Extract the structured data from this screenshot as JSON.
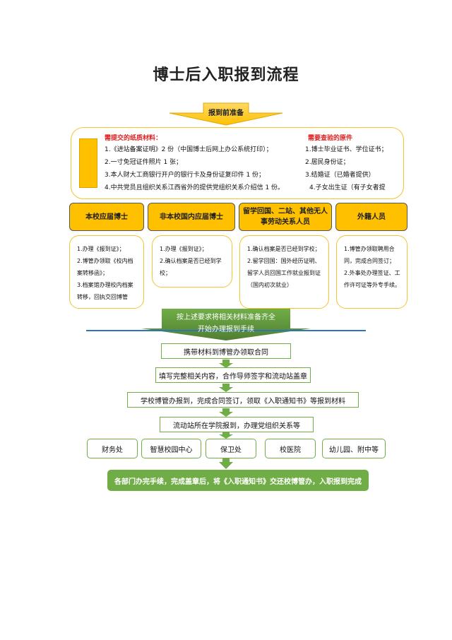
{
  "title": "博士后入职报到流程",
  "prep_label": "报到前准备",
  "materials": {
    "paper_heading": "需提交的纸质材料：",
    "paper_items": [
      "1.《进站备案证明》2 份（中国博士后网上办公系统打印）；",
      "2.一寸免冠证件照片 1 张；",
      "3.本人财大工商银行开户的银行卡及身份证复印件 1 份；",
      "4.中共党员且组织关系江西省外的提供党组织关系介绍信 1 份。"
    ],
    "original_heading": "需要查验的原件",
    "original_items": [
      "1.博士毕业证书、学位证书；",
      "2.居民身份证；",
      "3.结婚证（已婚者提供）",
      "4.子女出生证（有子女者提"
    ]
  },
  "categories": [
    {
      "label": "本校应届博士",
      "details": [
        "1.办理《报到证》；",
        "2.博管办领取《校内档案转移函》；",
        "3.档案馆办理校内档案转移，回执交回博管"
      ]
    },
    {
      "label": "非本校国内应届博士",
      "details": [
        "1.办理《报到证》；",
        "2.确认档案是否已经到学校；"
      ]
    },
    {
      "label": "留学回国、二站、其他无人事劳动关系人员",
      "details": [
        "1.确认档案是否已经到学校；",
        "2.留学回国：国外经历证明、留学人员回国工作就业报到证（国内初次就业）"
      ]
    },
    {
      "label": "外籍人员",
      "details": [
        "1.博管办领取聘用合同，完成合同签订；",
        "2.外事处办理签证、工作许可证等外专手续。"
      ]
    }
  ],
  "merge_text": [
    "按上述要求将相关材料准备齐全",
    "开始办理报到手续"
  ],
  "steps": [
    "携带材料到博管办领取合同",
    "填写完整相关内容，合作导师签字和流动站盖章",
    "学校博管办报到，完成合同签订，领取《入职通知书》等报到材料",
    "流动站所在学院报到，办理党组织关系等"
  ],
  "departments": [
    "财务处",
    "智慧校园中心",
    "保卫处",
    "校医院",
    "幼儿园、附中等"
  ],
  "final_step": "各部门办完手续，完成盖章后，将《入职通知书》交还校博管办，入职报到完成",
  "colors": {
    "orange": "#ffc000",
    "border_yellow": "#f4c430",
    "green": "#70ad47",
    "dark_green": "#548235",
    "blue": "#2e75b6"
  }
}
